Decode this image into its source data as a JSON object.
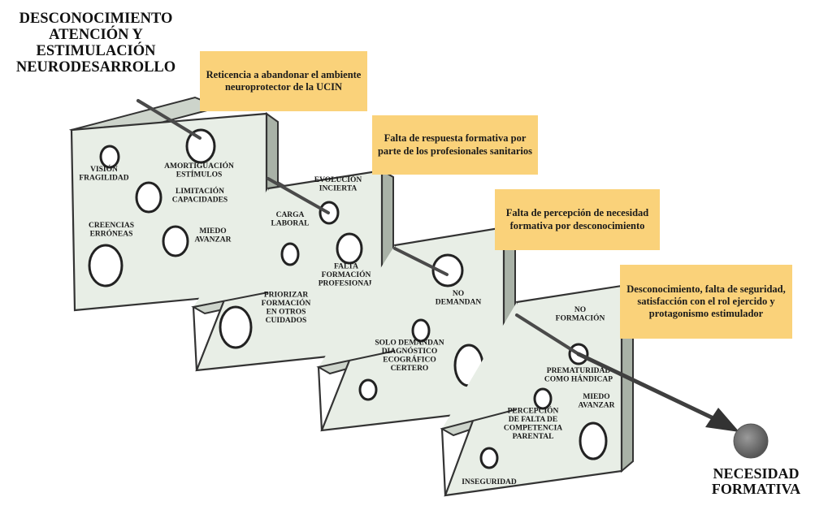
{
  "titles": {
    "start": "DESCONOCIMIENTO\nATENCIÓN Y\nESTIMULACIÓN\nNEURODESARROLLO",
    "end": "NECESIDAD\nFORMATIVA"
  },
  "callouts": [
    "Reticencia a abandonar el ambiente neuroprotector de la UCIN",
    "Falta de respuesta formativa por parte de los profesionales sanitarios",
    "Falta de percepción de necesidad formativa por desconocimiento",
    "Desconocimiento, falta de seguridad, satisfacción con el rol ejercido y protagonismo estimulador"
  ],
  "slices": [
    {
      "hole_labels": [
        "VISIÓN\nFRAGILIDAD",
        "AMORTIGUACIÓN\nESTÍMULOS",
        "LIMITACIÓN\nCAPACIDADES",
        "CREENCIAS\nERRÓNEAS",
        "MIEDO\nAVANZAR"
      ]
    },
    {
      "hole_labels": [
        "EVOLUCIÓN\nINCIERTA",
        "CARGA\nLABORAL",
        "FALTA\nFORMACIÓN\nPROFESIONAL",
        "PRIORIZAR\nFORMACIÓN\nEN OTROS\nCUIDADOS"
      ]
    },
    {
      "hole_labels": [
        "NO\nDEMANDAN",
        "SOLO DEMANDAN\nDIAGNÓSTICO\nECOGRÁFICO\nCERTERO"
      ]
    },
    {
      "hole_labels": [
        "NO\nFORMACIÓN",
        "PREMATURIDAD\nCOMO HÁNDICAP",
        "MIEDO\nAVANZAR",
        "PERCEPCIÓN\nDE FALTA DE\nCOMPETENCIA\nPARENTAL",
        "INSEGURIDAD"
      ]
    }
  ],
  "colors": {
    "slice_face": "#e8eee6",
    "slice_side": "#a9b2a7",
    "slice_top": "#cdd4cb",
    "callout_bg": "#fad27a",
    "arrow": "#4a4a4a",
    "target": "#777777"
  }
}
